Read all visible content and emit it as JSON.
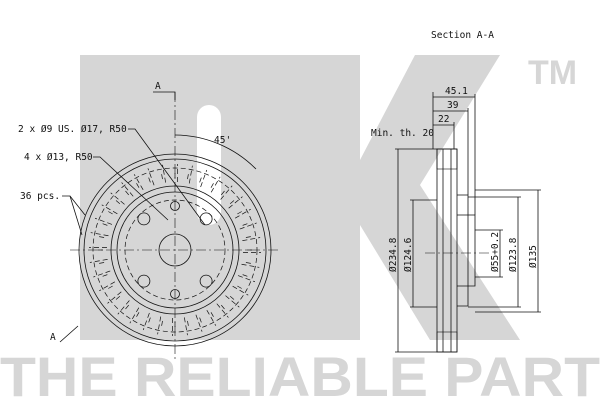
{
  "watermark": {
    "logo": "NK",
    "trademark": "TM",
    "slogan": "THE RELIABLE PART",
    "color": "#d6d6d6"
  },
  "front_view": {
    "section_marker": "A",
    "angle_label": "45'",
    "callouts": [
      "2 x Ø9 US. Ø17, R50",
      "4 x Ø13, R50",
      "36 pcs."
    ]
  },
  "section_view": {
    "title": "Section A-A",
    "min_thickness": "Min. th. 20",
    "horizontal_dims": [
      "45.1",
      "39",
      "22"
    ],
    "vertical_dims": [
      "Ø234.8",
      "Ø124.6",
      "Ø55+0.2",
      "Ø123.8",
      "Ø135"
    ]
  }
}
